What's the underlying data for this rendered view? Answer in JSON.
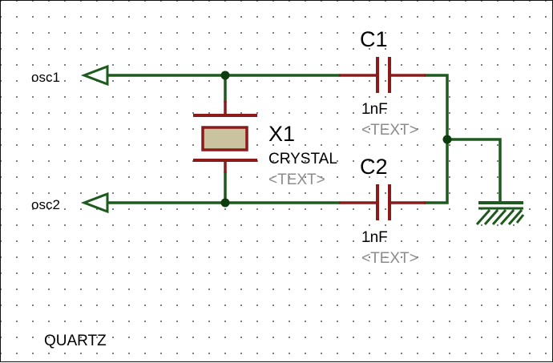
{
  "schematic": {
    "ports": [
      {
        "id": "osc1",
        "label": "osc1"
      },
      {
        "id": "osc2",
        "label": "osc2"
      }
    ],
    "components": {
      "x1": {
        "ref": "X1",
        "value": "CRYSTAL",
        "text": "<TEXT>"
      },
      "c1": {
        "ref": "C1",
        "value": "1nF",
        "text": "<TEXT>"
      },
      "c2": {
        "ref": "C2",
        "value": "1nF",
        "text": "<TEXT>"
      }
    },
    "sheet_label": "QUARTZ"
  },
  "colors": {
    "wire": "#1e5a1e",
    "component": "#8b1a1a",
    "crystal_fill": "#c9c3a0",
    "junction": "#0d3d0d",
    "text": "#000000",
    "muted_text": "#8c8c8c",
    "background": "#ffffff",
    "grid_dot": "#6a6a6a"
  },
  "icons": [
    "port-arrow-icon",
    "ground-icon",
    "crystal-icon",
    "capacitor-icon"
  ]
}
